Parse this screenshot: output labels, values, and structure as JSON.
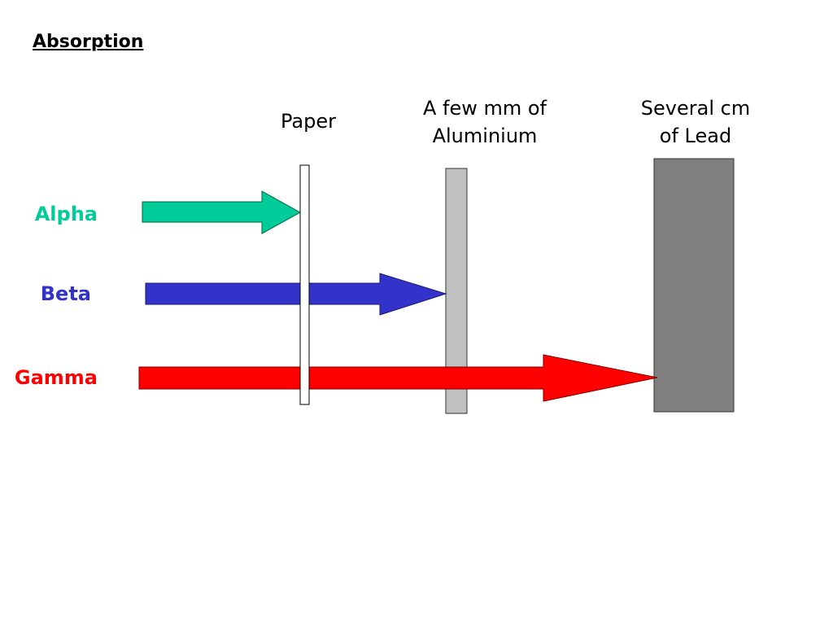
{
  "title": "Absorption",
  "barriers": [
    {
      "id": "paper",
      "label_lines": [
        "Paper"
      ],
      "fill": "#ffffff"
    },
    {
      "id": "aluminium",
      "label_lines": [
        "A few mm of",
        "Aluminium"
      ],
      "fill": "#c0c0c0"
    },
    {
      "id": "lead",
      "label_lines": [
        "Several cm",
        "of Lead"
      ],
      "fill": "#808080"
    }
  ],
  "radiation": [
    {
      "id": "alpha",
      "label": "Alpha",
      "color": "#00cc99",
      "stopped_by": "paper"
    },
    {
      "id": "beta",
      "label": "Beta",
      "color": "#3333cc",
      "stopped_by": "aluminium"
    },
    {
      "id": "gamma",
      "label": "Gamma",
      "color": "#ff0000",
      "stopped_by": "lead"
    }
  ]
}
